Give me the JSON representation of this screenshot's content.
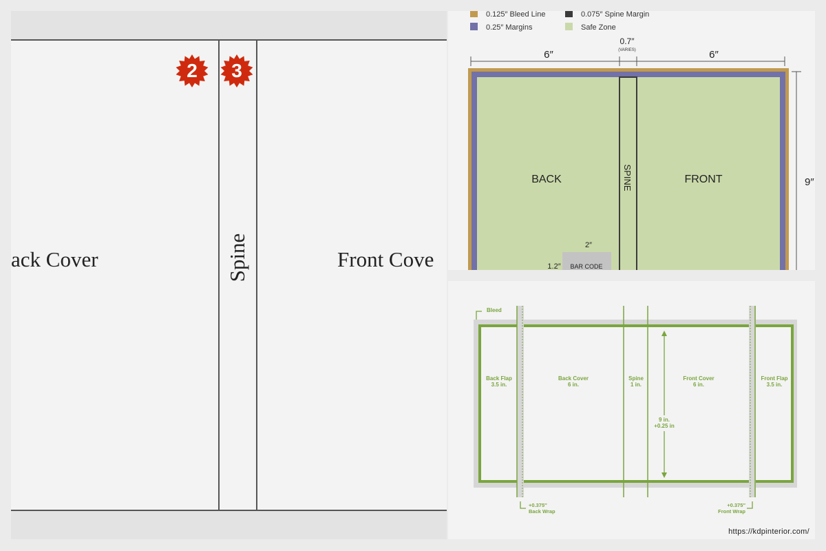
{
  "left": {
    "back_label": "ack Cover",
    "spine_label": "Spine",
    "front_label": "Front Cove",
    "badge_2": "2",
    "badge_3": "3"
  },
  "top_right": {
    "legend": [
      {
        "label": "0.125″ Bleed Line",
        "color": "#c19a4e"
      },
      {
        "label": "0.075″ Spine Margin",
        "color": "#3b3b3b"
      },
      {
        "label": "0.25″ Margins",
        "color": "#7271a8"
      },
      {
        "label": "Safe Zone",
        "color": "#cad9aa"
      }
    ],
    "dim_left": "6″",
    "dim_spine": "0.7″",
    "dim_spine_note": "(VARIES)",
    "dim_right": "6″",
    "dim_height": "9″",
    "back": "BACK",
    "spine": "SPINE",
    "front": "FRONT",
    "barcode_width": "2″",
    "barcode_height": "1.2″",
    "barcode": "BAR CODE"
  },
  "bottom_right": {
    "bleed": "Bleed",
    "back_flap": "Back Flap",
    "back_flap_size": "3.5 in.",
    "back_cover": "Back Cover",
    "back_cover_size": "6 in.",
    "spine": "Spine",
    "spine_size": "1 in.",
    "front_cover": "Front Cover",
    "front_cover_size": "6 in.",
    "front_flap": "Front Flap",
    "front_flap_size": "3.5 in.",
    "height": "9 in.",
    "height_extra": "+0.25 in",
    "back_wrap_size": "+0.375″",
    "back_wrap": "Back Wrap",
    "front_wrap_size": "+0.375″",
    "front_wrap": "Front Wrap",
    "accent": "#7aa53e"
  },
  "url": "https://kdpinterior.com/"
}
